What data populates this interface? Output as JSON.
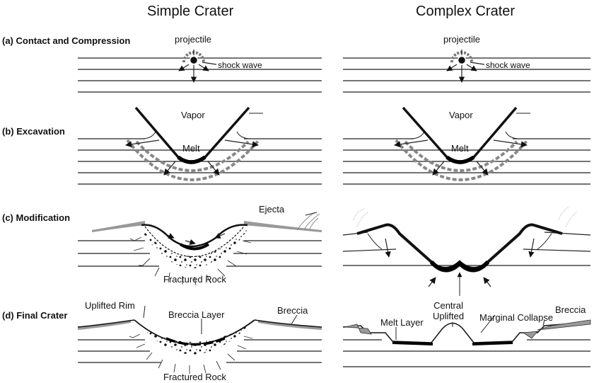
{
  "columns": {
    "simple": "Simple Crater",
    "complex": "Complex Crater"
  },
  "rows": {
    "a": "(a) Contact and Compression",
    "b": "(b) Excavation",
    "c": "(c) Modification",
    "d": "(d) Final Crater"
  },
  "labels": {
    "projectile": "projectile",
    "shock_wave": "shock wave",
    "vapor": "Vapor",
    "melt": "Melt",
    "ejecta": "Ejecta",
    "fractured_rock": "Fractured Rock",
    "uplifted_rim": "Uplifted Rim",
    "breccia_layer": "Breccia Layer",
    "breccia": "Breccia",
    "melt_layer": "Melt Layer",
    "central_uplifted": "Central\nUplifted",
    "marginal_collapse": "Marginal Collapse"
  },
  "colors": {
    "line": "#222222",
    "dashed_wave": "#777777",
    "ejecta_gray": "#888888",
    "melt_black": "#000000"
  }
}
